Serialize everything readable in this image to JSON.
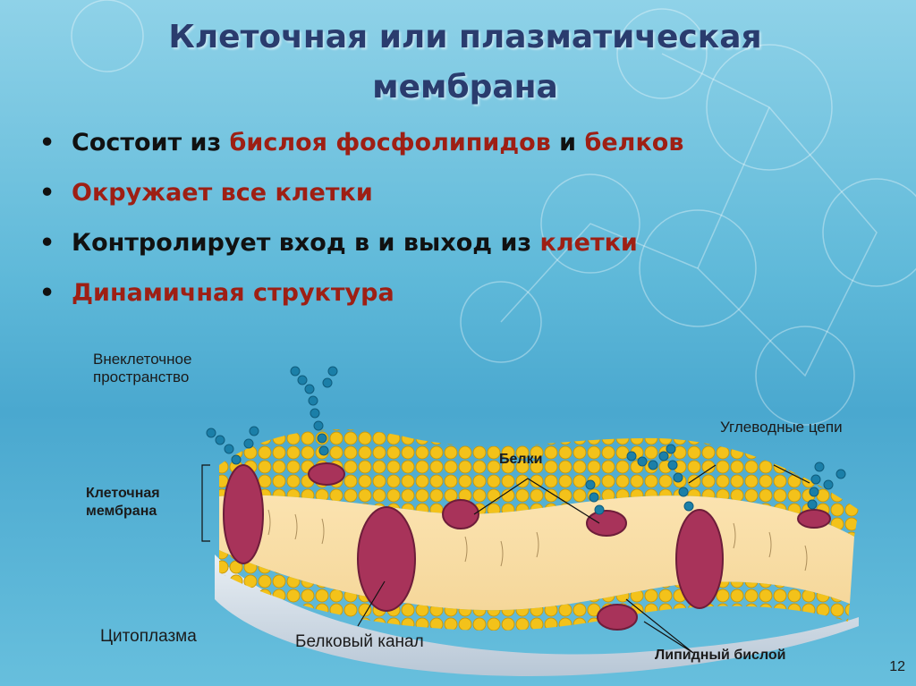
{
  "title": "Клеточная или плазматическая мембрана",
  "bullets": [
    {
      "parts": [
        {
          "t": "Состоит из ",
          "c": ""
        },
        {
          "t": "бислоя фосфолипидов",
          "c": "red"
        },
        {
          "t": " и ",
          "c": ""
        },
        {
          "t": "белков",
          "c": "red"
        }
      ]
    },
    {
      "parts": [
        {
          "t": "Окружает все клетки",
          "c": "red"
        }
      ]
    },
    {
      "parts": [
        {
          "t": "Контролирует вход в и выход из ",
          "c": ""
        },
        {
          "t": "клетки",
          "c": "red"
        }
      ]
    },
    {
      "parts": [
        {
          "t": "Динамичная структура",
          "c": "red"
        }
      ]
    }
  ],
  "bullet_symbol": "•",
  "labels": {
    "extracellular_1": "Внеклеточное",
    "extracellular_2": "пространство",
    "carbohydrate_chains": "Углеводные цепи",
    "proteins": "Белки",
    "cell_membrane_1": "Клеточная",
    "cell_membrane_2": "мембрана",
    "cytoplasm": "Цитоплазма",
    "protein_channel": "Белковый канал",
    "lipid_bilayer": "Липидный бислой"
  },
  "page_number": "12",
  "colors": {
    "emphasis": "#9e1f14",
    "title": "#2a3c6e",
    "protein": "#a8335a",
    "lipid_head": "#f3c21a",
    "glycan": "#1b7fa8"
  }
}
